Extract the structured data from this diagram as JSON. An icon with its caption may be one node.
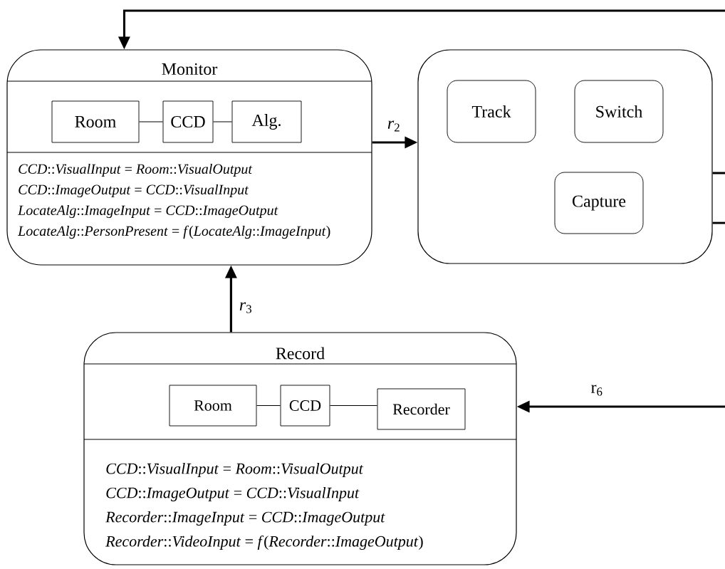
{
  "diagram": {
    "nodes": [
      {
        "text": [
          "Monitor",
          "*CCD*::*VisualInput* = *Room*::*VisualOutput*",
          "*CCD*::*ImageOutput* = *CCD*::*VisualInput*",
          "*LocateAlg*::*ImageInput* = *CCD*::*ImageOutput*",
          "*LocateAlg*::*PersonPresent* = *f*(*LocateAlg*::*ImageInput*)"
        ]
      },
      {
        "text": [
          "Room"
        ],
        "in": 0
      },
      {
        "text": [
          "CCD"
        ],
        "in": 0
      },
      {
        "text": [
          "Alg."
        ],
        "in": 0
      },
      {
        "text": [],
        "shape": "box"
      },
      {
        "text": [
          "Track"
        ],
        "in": 4
      },
      {
        "text": [
          "Switch"
        ],
        "in": 4
      },
      {
        "text": [
          "Capture"
        ],
        "in": 4
      },
      {
        "text": [
          "Record",
          "*CCD*::*VisualInput* = *Room*::*VisualOutput*",
          "*CCD*::*ImageOutput* = *CCD*::*VisualInput*",
          "*Recorder*::*ImageInput* = *CCD*::*ImageOutput*",
          "*Recorder*::*VideoInput* = *f*(*Recorder*::*ImageOutput*)"
        ]
      },
      {
        "text": [
          "Room"
        ],
        "in": 8
      },
      {
        "text": [
          "CCD"
        ],
        "in": 8
      },
      {
        "text": [
          "Recorder"
        ],
        "in": 8
      }
    ],
    "edges": [
      {
        "from": null,
        "to": 0,
        "arrow": "to"
      },
      {
        "from": 1,
        "to": 2,
        "arrow": "none"
      },
      {
        "from": 2,
        "to": 3,
        "arrow": "none"
      },
      {
        "from": 0,
        "to": 4,
        "arrow": "to",
        "label": "*r*$_{2}$"
      },
      {
        "from": 4,
        "to": null,
        "arrow": "none"
      },
      {
        "from": 4,
        "to": null,
        "arrow": "none"
      },
      {
        "from": 8,
        "to": 0,
        "arrow": "to",
        "label": "*r*$_{3}$"
      },
      {
        "from": null,
        "to": 8,
        "arrow": "to",
        "label": "r$_{6}$"
      },
      {
        "from": 9,
        "to": 10,
        "arrow": "none"
      },
      {
        "from": 10,
        "to": 11,
        "arrow": "none"
      }
    ]
  }
}
